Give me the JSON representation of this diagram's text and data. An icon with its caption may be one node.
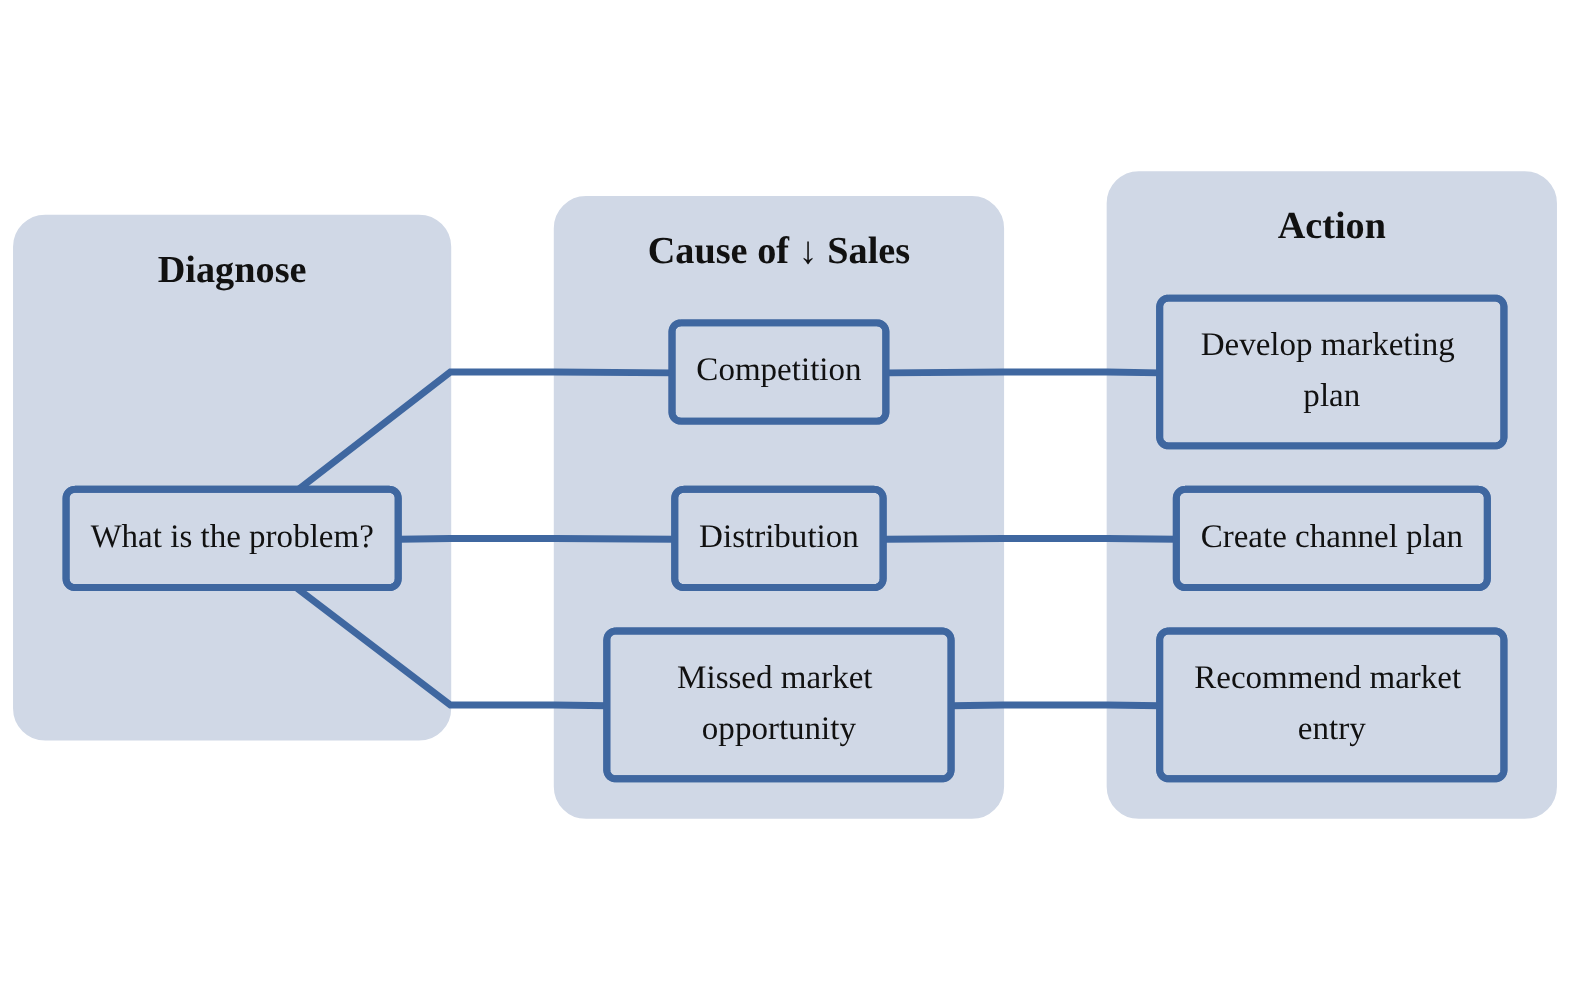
{
  "diagram": {
    "nodes": [
      {
        "text": [
          "Diagnose"
        ]
      },
      {
        "text": [
          "Cause of ↓ Sales"
        ]
      },
      {
        "text": [
          "Action"
        ]
      },
      {
        "text": [
          "What is the problem?"
        ],
        "in": 0
      },
      {
        "text": [
          "Competition"
        ],
        "in": 1
      },
      {
        "text": [
          "Distribution"
        ],
        "in": 1
      },
      {
        "text": [
          "Missed market opportunity"
        ],
        "in": 1
      },
      {
        "text": [
          "Develop marketing plan"
        ],
        "in": 2
      },
      {
        "text": [
          "Create channel plan"
        ],
        "in": 2
      },
      {
        "text": [
          "Recommend market entry"
        ],
        "in": 2
      }
    ],
    "edges": [
      {
        "from": 3,
        "to": 4,
        "arrow": "none"
      },
      {
        "from": 3,
        "to": 5,
        "arrow": "none"
      },
      {
        "from": 3,
        "to": 6,
        "arrow": "none"
      },
      {
        "from": 4,
        "to": 7,
        "arrow": "none"
      },
      {
        "from": 5,
        "to": 8,
        "arrow": "none"
      },
      {
        "from": 6,
        "to": 9,
        "arrow": "none"
      }
    ]
  }
}
